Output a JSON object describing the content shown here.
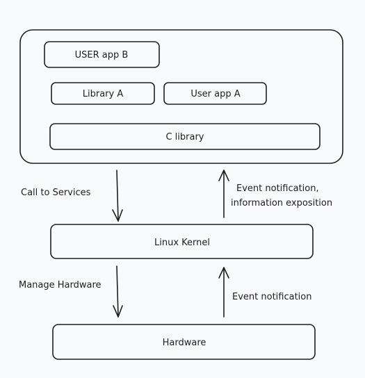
{
  "userspace": {
    "user_app_b": "USER app B",
    "library_a": "Library A",
    "user_app_a": "User app A",
    "c_library": "C library"
  },
  "kernel": {
    "label": "Linux Kernel"
  },
  "hardware": {
    "label": "Hardware"
  },
  "arrows": {
    "call_to_services": "Call to Services",
    "event_notification_line1": "Event notification,",
    "event_notification_line2": "information exposition",
    "manage_hardware": "Manage Hardware",
    "event_notification": "Event notification"
  }
}
